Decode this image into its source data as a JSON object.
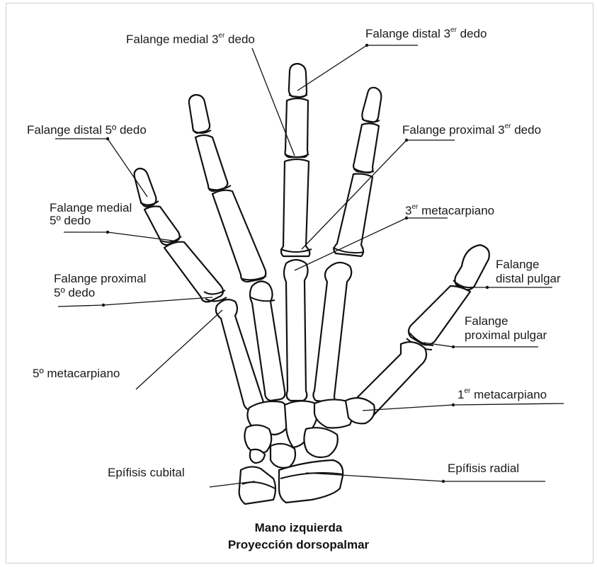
{
  "labels": {
    "medial_3": {
      "text": "Falange medial 3",
      "sup": "er",
      "tail": " dedo"
    },
    "distal_3": {
      "text": "Falange distal 3",
      "sup": "er",
      "tail": " dedo"
    },
    "distal_5": {
      "text": "Falange distal 5º dedo"
    },
    "proximal_3": {
      "text": "Falange proximal 3",
      "sup": "er",
      "tail": " dedo"
    },
    "medial_5_line1": "Falange medial",
    "medial_5_line2": "5º dedo",
    "metacarpal_3": {
      "text": "3",
      "sup": "er",
      "tail": " metacarpiano"
    },
    "proximal_5_line1": "Falange proximal",
    "proximal_5_line2": "5º dedo",
    "distal_thumb_line1": "Falange",
    "distal_thumb_line2": "distal pulgar",
    "proximal_thumb_line1": "Falange",
    "proximal_thumb_line2": "proximal pulgar",
    "metacarpal_5": "5º metacarpiano",
    "metacarpal_1": {
      "text": "1",
      "sup": "er",
      "tail": " metacarpiano"
    },
    "epiphysis_ulnar": "Epífisis cubital",
    "epiphysis_radial": "Epífisis radial"
  },
  "caption": {
    "line1": "Mano izquierda",
    "line2": "Proyección dorsopalmar"
  },
  "colors": {
    "ink": "#111111",
    "frame": "#cfcfcf",
    "background": "#ffffff"
  }
}
